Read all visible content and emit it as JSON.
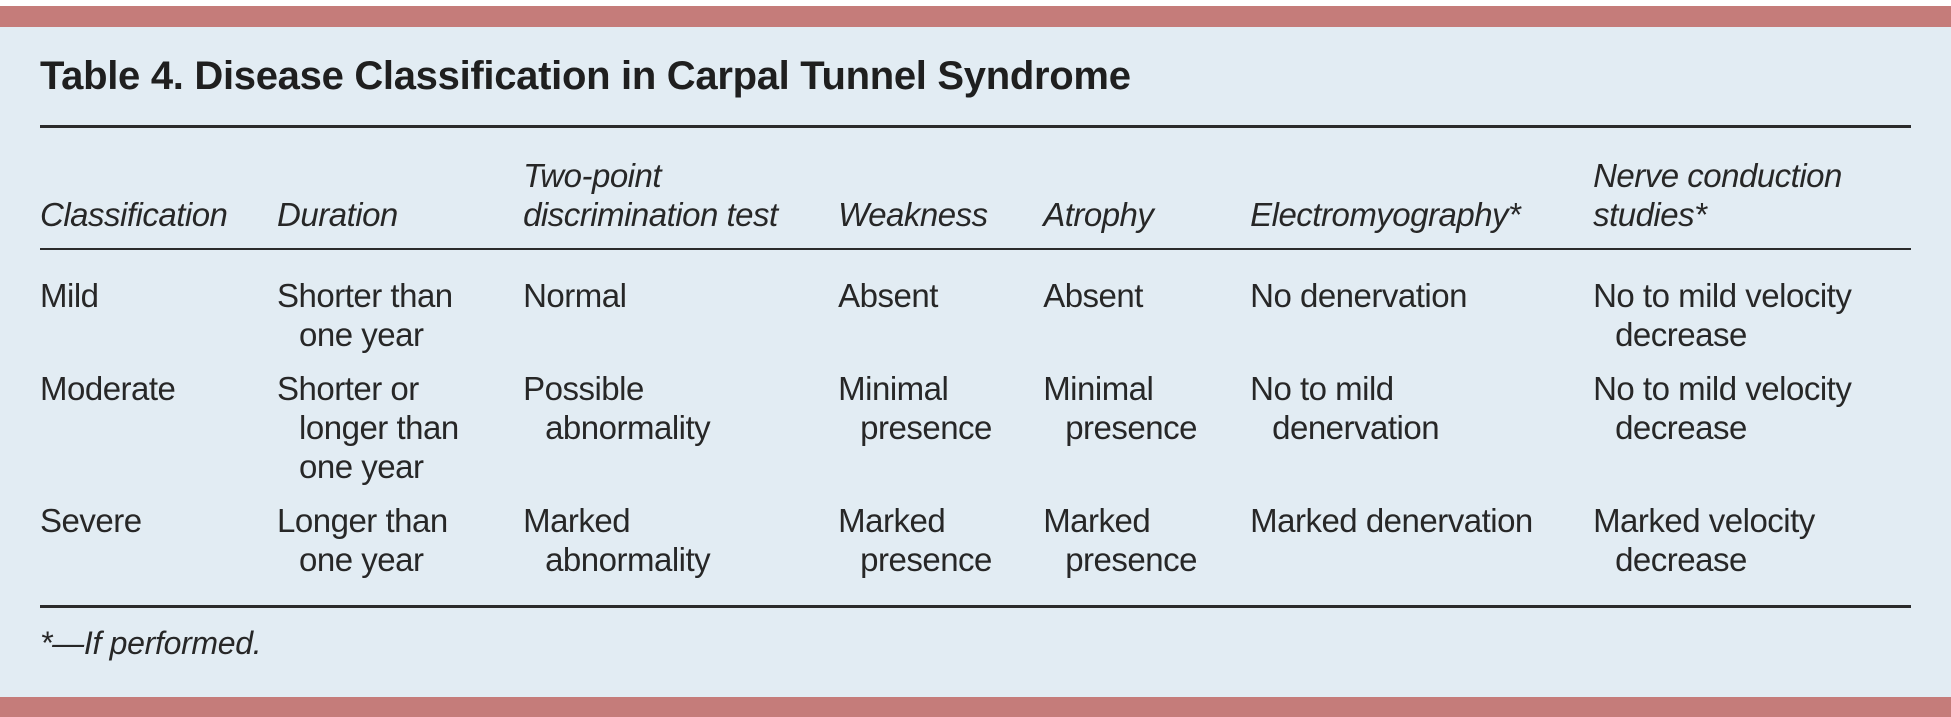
{
  "page": {
    "title": "Table 4. Disease Classification in Carpal Tunnel Syndrome",
    "footnote": "*—If performed.",
    "colors": {
      "accent_bar": "#c57c7a",
      "panel_bg": "#e2ecf3",
      "rule": "#2b2b2b",
      "text": "#272727"
    }
  },
  "table": {
    "headers": [
      "Classification",
      "Duration",
      "Two-point\ndiscrimination test",
      "Weakness",
      "Atrophy",
      "Electromyography*",
      "Nerve conduction\nstudies*"
    ],
    "rows": [
      {
        "cells": [
          "Mild",
          "Shorter than\none year",
          "Normal",
          "Absent",
          "Absent",
          "No denervation",
          "No to mild velocity\ndecrease"
        ]
      },
      {
        "cells": [
          "Moderate",
          "Shorter or\nlonger than\none year",
          "Possible\nabnormality",
          "Minimal\npresence",
          "Minimal\npresence",
          "No to mild\ndenervation",
          "No to mild velocity\ndecrease"
        ]
      },
      {
        "cells": [
          "Severe",
          "Longer than\none year",
          "Marked\nabnormality",
          "Marked\npresence",
          "Marked\npresence",
          "Marked denervation",
          "Marked velocity\ndecrease"
        ]
      }
    ]
  },
  "chart_data": {
    "type": "table",
    "title": "Table 4. Disease Classification in Carpal Tunnel Syndrome",
    "columns": [
      "Classification",
      "Duration",
      "Two-point discrimination test",
      "Weakness",
      "Atrophy",
      "Electromyography*",
      "Nerve conduction studies*"
    ],
    "rows": [
      [
        "Mild",
        "Shorter than one year",
        "Normal",
        "Absent",
        "Absent",
        "No denervation",
        "No to mild velocity decrease"
      ],
      [
        "Moderate",
        "Shorter or longer than one year",
        "Possible abnormality",
        "Minimal presence",
        "Minimal presence",
        "No to mild denervation",
        "No to mild velocity decrease"
      ],
      [
        "Severe",
        "Longer than one year",
        "Marked abnormality",
        "Marked presence",
        "Marked presence",
        "Marked denervation",
        "Marked velocity decrease"
      ]
    ],
    "footnote": "*—If performed."
  }
}
